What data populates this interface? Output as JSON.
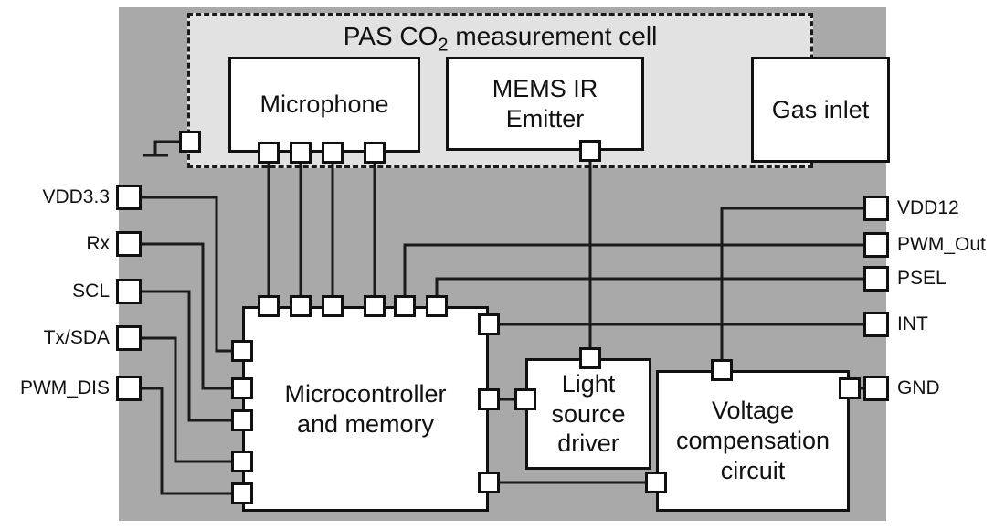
{
  "diagram_title": {
    "pre": "PAS CO",
    "sub": "2",
    "post": " measurement cell"
  },
  "blocks": {
    "microphone": "Microphone",
    "mems_ir_emitter": "MEMS IR\nEmitter",
    "gas_inlet": "Gas inlet",
    "microcontroller": "Microcontroller\nand memory",
    "light_source_driver": "Light\nsource\ndriver",
    "voltage_compensation": "Voltage\ncompensation\ncircuit"
  },
  "pins": {
    "left": [
      "VDD3.3",
      "Rx",
      "SCL",
      "Tx/SDA",
      "PWM_DIS"
    ],
    "right": [
      "VDD12",
      "PWM_Out",
      "PSEL",
      "INT",
      "GND"
    ]
  },
  "colors": {
    "chip_fill": "#a9a9a9",
    "cell_fill": "#e2e2e2",
    "block_fill": "#ffffff",
    "wire": "#1a1a1a"
  }
}
